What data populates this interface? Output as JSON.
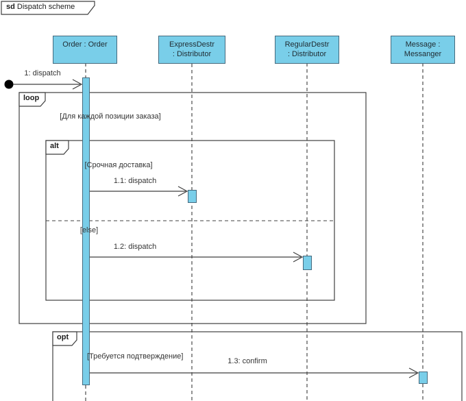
{
  "title": {
    "keyword": "sd",
    "name": "Dispatch scheme"
  },
  "lifelines": [
    {
      "line1": "Order : Order",
      "line2": ""
    },
    {
      "line1": "ExpressDestr",
      "line2": ": Distributor"
    },
    {
      "line1": "RegularDestr",
      "line2": ": Distributor"
    },
    {
      "line1": "Message :",
      "line2": "Messanger"
    }
  ],
  "fragments": {
    "loop": {
      "operator": "loop",
      "guard": "[Для каждой позиции заказа]"
    },
    "alt": {
      "operator": "alt",
      "guard_if": "[Срочная доставка]",
      "guard_else": "[else]"
    },
    "opt": {
      "operator": "opt",
      "guard": "[Требуется подтверждение]"
    }
  },
  "messages": [
    {
      "label": "1: dispatch"
    },
    {
      "label": "1.1: dispatch"
    },
    {
      "label": "1.2: dispatch"
    },
    {
      "label": "1.3: confirm"
    }
  ],
  "colors": {
    "element_fill": "#79CEE9",
    "element_border": "#44697D",
    "line": "#3F3F3F",
    "text": "#333333",
    "background": "#FFFFFF"
  }
}
